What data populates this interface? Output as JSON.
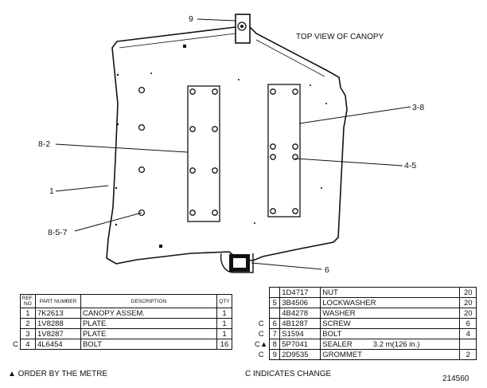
{
  "drawing": {
    "title": "TOP VIEW OF CANOPY",
    "callouts": [
      "9",
      "3-8",
      "8-2",
      "4-5",
      "1",
      "8-5-7",
      "6"
    ]
  },
  "left_table": {
    "headers": [
      "REF. NO",
      "PART NUMBER",
      "DESCRIPTION",
      "QTY"
    ],
    "rows": [
      {
        "mark": "",
        "ref": "1",
        "part": "7K2613",
        "desc": "CANOPY ASSEM.",
        "qty": "1"
      },
      {
        "mark": "",
        "ref": "2",
        "part": "1V8288",
        "desc": "PLATE",
        "qty": "1"
      },
      {
        "mark": "",
        "ref": "3",
        "part": "1V8287",
        "desc": "PLATE",
        "qty": "1"
      },
      {
        "mark": "C",
        "ref": "4",
        "part": "4L6454",
        "desc": "BOLT",
        "qty": "16"
      }
    ]
  },
  "right_table": {
    "rows": [
      {
        "mark": "",
        "ref": "",
        "part": "1D4717",
        "desc": "NUT",
        "qty": "20"
      },
      {
        "mark": "",
        "ref": "5",
        "part": "3B4506",
        "desc": "LOCKWASHER",
        "qty": "20"
      },
      {
        "mark": "",
        "ref": "",
        "part": "4B4278",
        "desc": "WASHER",
        "qty": "20"
      },
      {
        "mark": "C",
        "ref": "6",
        "part": "4B1287",
        "desc": "SCREW",
        "qty": "6"
      },
      {
        "mark": "C",
        "ref": "7",
        "part": "S1594",
        "desc": "BOLT",
        "qty": "4"
      },
      {
        "mark": "C▲",
        "ref": "8",
        "part": "5P7041",
        "desc": "SEALER",
        "extra": "3.2 m(126 in.)",
        "qty": ""
      },
      {
        "mark": "C",
        "ref": "9",
        "part": "2D9535",
        "desc": "GROMMET",
        "qty": "2"
      }
    ]
  },
  "footnotes": {
    "order": "▲ ORDER BY THE METRE",
    "change": "C INDICATES CHANGE",
    "number": "214560"
  }
}
